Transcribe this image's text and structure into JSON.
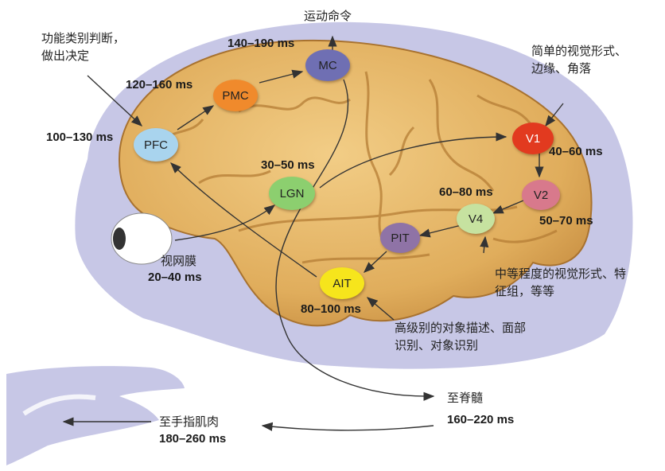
{
  "nodes": {
    "pfc": {
      "label": "PFC",
      "time": "100–130 ms",
      "color": "#a9d4ee"
    },
    "pmc": {
      "label": "PMC",
      "time": "120–160 ms",
      "color": "#f08a2c"
    },
    "mc": {
      "label": "MC",
      "time": "140–190 ms",
      "color": "#6f6fb3"
    },
    "lgn": {
      "label": "LGN",
      "time": "30–50 ms",
      "color": "#8ccf6f"
    },
    "v1": {
      "label": "V1",
      "time": "40–60 ms",
      "color": "#e23a1f"
    },
    "v2": {
      "label": "V2",
      "time": "50–70 ms",
      "color": "#d8798c"
    },
    "v4": {
      "label": "V4",
      "time": "60–80 ms",
      "color": "#c6e2a0"
    },
    "pit": {
      "label": "PIT",
      "time": "",
      "color": "#8f73a6"
    },
    "ait": {
      "label": "AIT",
      "time": "80–100 ms",
      "color": "#f6e51c"
    }
  },
  "annotations": {
    "pfc_function": [
      "功能类别判断，",
      "做出决定"
    ],
    "motor_command": "运动命令",
    "v1_function": [
      "简单的视觉形式、",
      "边缘、角落"
    ],
    "v4_function": [
      "中等程度的视觉形式、特",
      "征组，等等"
    ],
    "ait_function": [
      "高级别的对象描述、面部",
      "识别、对象识别"
    ],
    "retina": "视网膜",
    "retina_time": "20–40 ms",
    "to_spinal_cord": "至脊髓",
    "spinal_time": "160–220 ms",
    "to_hand_muscle": "至手指肌肉",
    "hand_time": "180–260 ms"
  },
  "colors": {
    "head_silhouette": "#c7c7e6",
    "brain": "#e6b767",
    "brain_dark": "#b57d35",
    "arrow": "#333333"
  }
}
